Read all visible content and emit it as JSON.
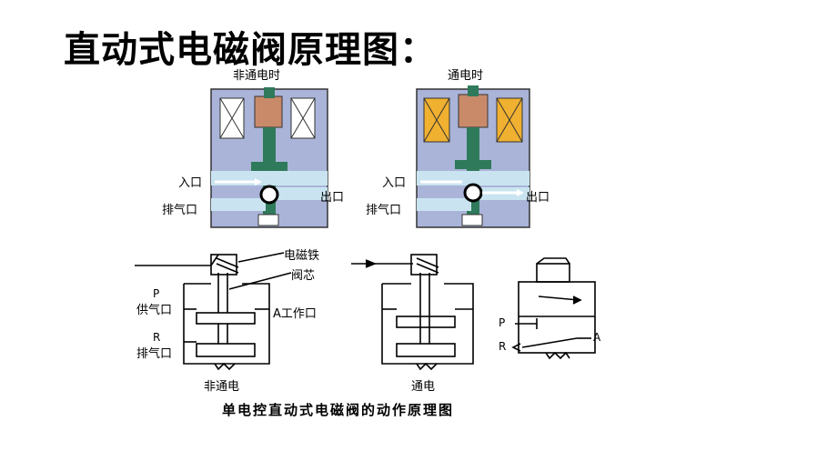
{
  "title": {
    "part1": "直动式电磁阀原理图",
    "colon": "："
  },
  "top_left": {
    "heading": "非通电时",
    "inlet": "入口",
    "outlet": "出口",
    "exhaust": "排气口"
  },
  "top_right": {
    "heading": "通电时",
    "inlet": "入口",
    "outlet": "出口",
    "exhaust": "排气口"
  },
  "bottom": {
    "electromagnet": "电磁铁",
    "valve_core": "阀芯",
    "supply_port_letter": "P",
    "supply_port": "供气口",
    "work_port": "A工作口",
    "exhaust_letter": "R",
    "exhaust_port": "排气口",
    "state_off": "非通电",
    "state_on": "通电",
    "symbol_p": "P",
    "symbol_r": "R",
    "symbol_a": "A"
  },
  "caption": "单电控直动式电磁阀的动作原理图",
  "colors": {
    "valve_body": "#aab4d8",
    "pipe": "#c9e4f0",
    "coil_on": "#f0b030",
    "plunger": "#c98a6a",
    "stem": "#2f7a5a"
  }
}
